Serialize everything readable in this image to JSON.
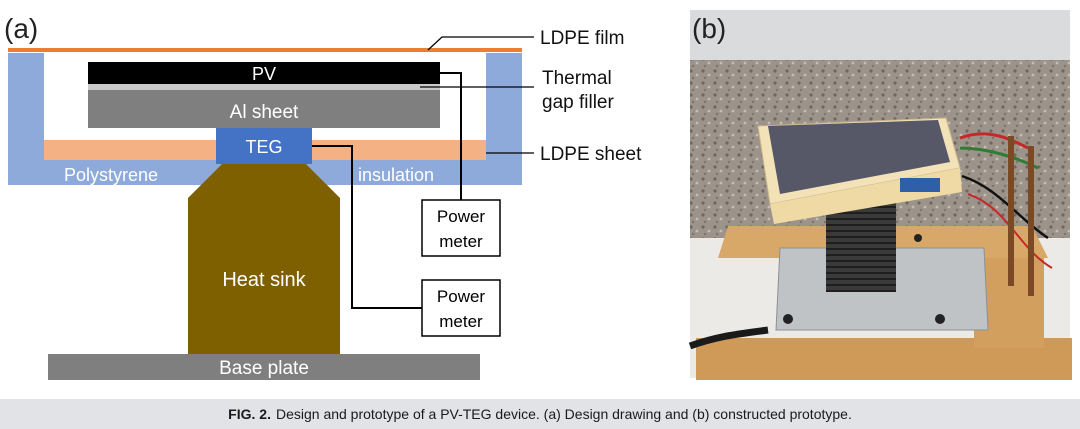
{
  "panel_a": {
    "tag": "(a)",
    "blocks": {
      "pv": "PV",
      "al_sheet": "Al sheet",
      "teg": "TEG",
      "polystyrene": "Polystyrene",
      "insulation": "insulation",
      "heat_sink": "Heat sink",
      "base_plate": "Base plate"
    },
    "callouts": {
      "ldpe_film": "LDPE film",
      "thermal_line1": "Thermal",
      "thermal_line2": "gap filler",
      "ldpe_sheet": "LDPE sheet"
    },
    "meters": [
      {
        "line1": "Power",
        "line2": "meter"
      },
      {
        "line1": "Power",
        "line2": "meter"
      }
    ]
  },
  "panel_b": {
    "tag": "(b)"
  },
  "caption": {
    "label": "FIG. 2.",
    "text": "Design and prototype of a PV-TEG device. (a) Design drawing and (b) constructed prototype."
  },
  "colors": {
    "insulation_blue": "#8eaadb",
    "ldpe_orange": "#f4b183",
    "ldpe_film": "#ed7d31",
    "teg_blue": "#4472c4",
    "heat_sink_brown": "#7f6000",
    "gray_block": "#7f7f7f"
  }
}
